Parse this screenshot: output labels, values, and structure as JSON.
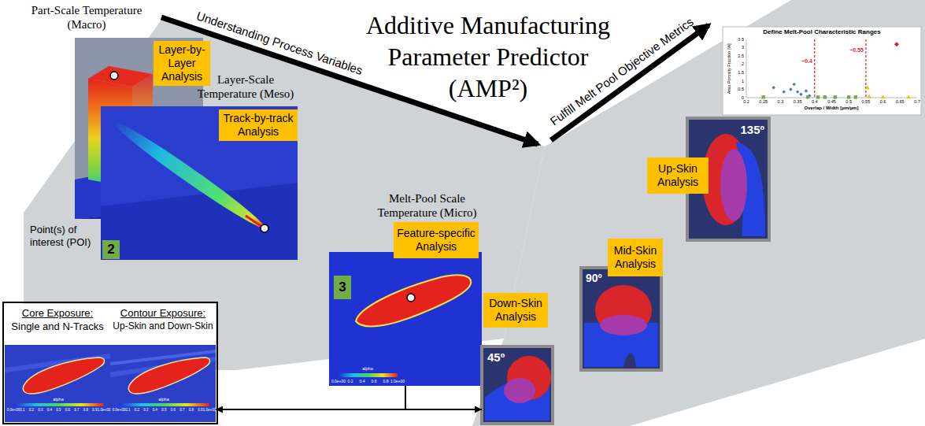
{
  "diagram": {
    "title": "Additive Manufacturing Parameter Predictor (AMP²)",
    "nodes": [
      {
        "text": [
          "Part-Scale Temperature (Macro)"
        ]
      },
      {
        "text": [
          "Layer-by-Layer Analysis"
        ],
        "in": 0
      },
      {
        "text": [
          "Layer-Scale Temperature (Meso)"
        ]
      },
      {
        "text": [
          "Track-by-track Analysis"
        ],
        "in": 2
      },
      {
        "text": [
          "2"
        ],
        "in": 2
      },
      {
        "text": [
          "Melt-Pool Scale Temperature (Micro)"
        ]
      },
      {
        "text": [
          "Feature-specific Analysis"
        ],
        "in": 5
      },
      {
        "text": [
          "3"
        ],
        "in": 5
      },
      {
        "text": [
          "Core Exposure:",
          "Single and N-Tracks"
        ]
      },
      {
        "text": [
          "Contour Exposure:",
          "Up-Skin and Down-Skin"
        ]
      },
      {
        "text": [
          "Down-Skin Analysis"
        ]
      },
      {
        "text": [
          "45º"
        ]
      },
      {
        "text": [
          "Mid-Skin Analysis"
        ]
      },
      {
        "text": [
          "90º"
        ]
      },
      {
        "text": [
          "Up-Skin Analysis"
        ]
      },
      {
        "text": [
          "135º"
        ]
      },
      {
        "text": [
          "Define Melt-Pool Characteristic Ranges"
        ]
      }
    ],
    "edges": [
      {
        "from": 5,
        "to": 9,
        "arrow": "to"
      },
      {
        "from": 5,
        "to": 11,
        "arrow": "to"
      }
    ],
    "labels": [
      "Point(s) of interest (POI)",
      "Understanding Process Variables",
      "Fulfill Melt Pool Objective Metrics",
      "0.0e+00",
      "0.2",
      "0.4",
      "0.6",
      "0.8",
      "1.0e+00",
      "alpha",
      "0.0e+00",
      "0.1",
      "0.2",
      "0.3",
      "0.4",
      "0.5",
      "0.6",
      "0.7",
      "0.8",
      "0.9",
      "1.0e+00",
      "alpha",
      "0.0e+00",
      "0.1",
      "0.2",
      "0.3",
      "0.4",
      "0.5",
      "0.6",
      "0.7",
      "0.8",
      "0.9",
      "1.0e+00",
      "alpha",
      "~0.4",
      "~0.55",
      "Area Porosity Fraction [%]",
      "Overlap / Width [µm/µm]",
      "0",
      "0.5",
      "1",
      "1.5",
      "2",
      "2.5",
      "3",
      "3.5",
      "0.2",
      "0.25",
      "0.3",
      "0.35",
      "0.4",
      "0.45",
      "0.5",
      "0.55",
      "0.6",
      "0.65",
      "0.7"
    ]
  }
}
